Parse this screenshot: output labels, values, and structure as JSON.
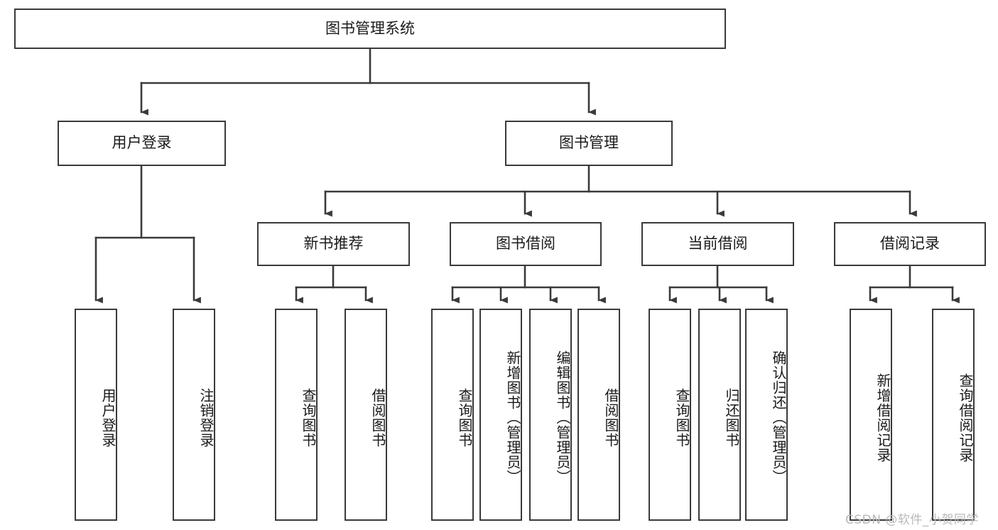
{
  "diagram": {
    "title": "图书管理系统",
    "type": "hierarchy-tree",
    "orientation": "top-down",
    "colors": {
      "box_border": "#3a3a3a",
      "box_fill": "#ffffff",
      "connector": "#3a3a3a",
      "text": "#1a1a1a",
      "watermark": "#b9b9b9"
    }
  },
  "nodes": {
    "root": {
      "label": "图书管理系统",
      "level": 1
    },
    "level2": [
      {
        "id": "user-login",
        "label": "用户登录"
      },
      {
        "id": "book-manage",
        "label": "图书管理"
      }
    ],
    "level3": [
      {
        "id": "new-book-recommend",
        "label": "新书推荐"
      },
      {
        "id": "book-borrow",
        "label": "图书借阅"
      },
      {
        "id": "current-borrow",
        "label": "当前借阅"
      },
      {
        "id": "borrow-record",
        "label": "借阅记录"
      }
    ],
    "leaves": {
      "user-login": [
        {
          "id": "leaf-user-login",
          "label": "用户登录"
        },
        {
          "id": "leaf-logout-login",
          "label": "注销登录"
        }
      ],
      "new-book-recommend": [
        {
          "id": "leaf-query-book-1",
          "label": "查询图书"
        },
        {
          "id": "leaf-borrow-book-1",
          "label": "借阅图书"
        }
      ],
      "book-borrow": [
        {
          "id": "leaf-query-book-2",
          "label": "查询图书"
        },
        {
          "id": "leaf-add-book-admin",
          "label": "新增图书（管理员）"
        },
        {
          "id": "leaf-edit-book-admin",
          "label": "编辑图书（管理员）"
        },
        {
          "id": "leaf-borrow-book-2",
          "label": "借阅图书"
        }
      ],
      "current-borrow": [
        {
          "id": "leaf-query-book-3",
          "label": "查询图书"
        },
        {
          "id": "leaf-return-book",
          "label": "归还图书"
        },
        {
          "id": "leaf-confirm-return-admin",
          "label": "确认归还（管理员）"
        }
      ],
      "borrow-record": [
        {
          "id": "leaf-add-borrow-record",
          "label": "新增借阅记录"
        },
        {
          "id": "leaf-query-borrow-record",
          "label": "查询借阅记录"
        }
      ]
    }
  },
  "watermark": {
    "text": "CSDN @软件_小贺同学"
  }
}
